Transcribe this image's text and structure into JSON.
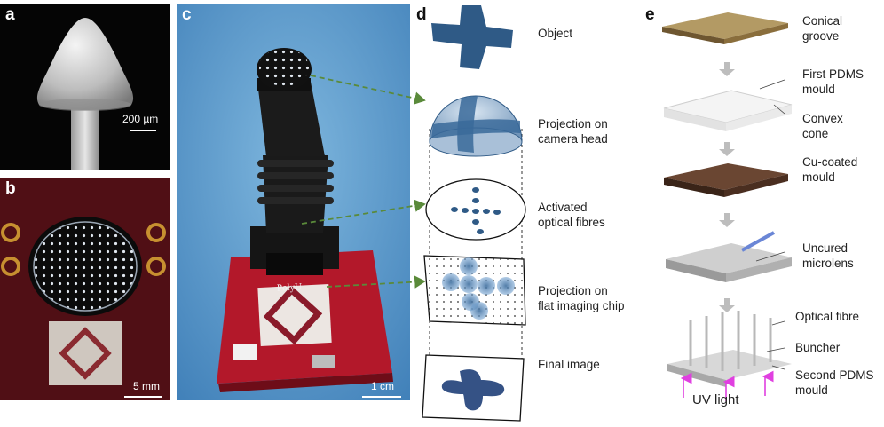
{
  "panel_a": {
    "label": "a",
    "scale": "200 µm"
  },
  "panel_b": {
    "label": "b",
    "scale": "5 mm"
  },
  "panel_c": {
    "label": "c",
    "scale": "1 cm",
    "board_text": "PolyU"
  },
  "panel_d": {
    "label": "d",
    "steps": [
      {
        "line1": "Object",
        "line2": ""
      },
      {
        "line1": "Projection on",
        "line2": "camera head"
      },
      {
        "line1": "Activated",
        "line2": "optical fibres"
      },
      {
        "line1": "Projection on",
        "line2": "flat imaging chip"
      },
      {
        "line1": "Final image",
        "line2": ""
      }
    ]
  },
  "panel_e": {
    "label": "e",
    "items": [
      {
        "line1": "Conical",
        "line2": "groove"
      },
      {
        "line1": "First PDMS",
        "line2": "mould"
      },
      {
        "line1": "Convex",
        "line2": "cone"
      },
      {
        "line1": "Cu-coated",
        "line2": "mould"
      },
      {
        "line1": "Uncured",
        "line2": "microlens"
      },
      {
        "line1": "Optical fibre",
        "line2": ""
      },
      {
        "line1": "Buncher",
        "line2": ""
      },
      {
        "line1": "Second PDMS",
        "line2": "mould"
      },
      {
        "line1": "UV light",
        "line2": ""
      }
    ]
  },
  "colors": {
    "blue": "#2f5a86",
    "arrow_green": "#5a8a3a",
    "uv": "#e040e0",
    "pcb": "#b3182a",
    "copper": "#5a3a28",
    "bronze": "#8a6e3c"
  }
}
